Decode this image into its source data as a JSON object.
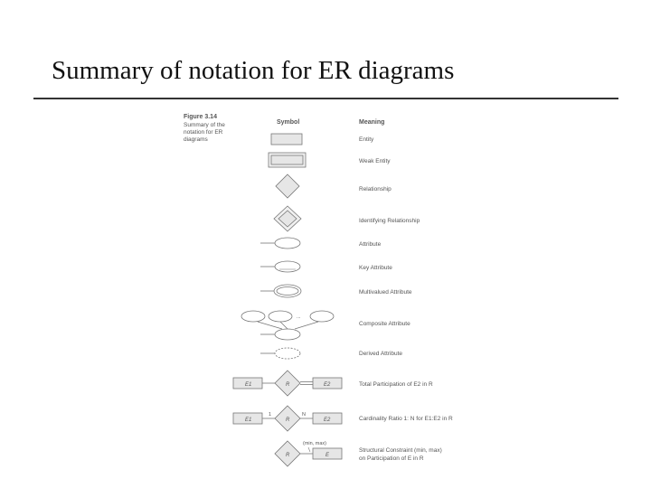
{
  "slide": {
    "title": "Summary of notation for ER diagrams"
  },
  "figure": {
    "caption": {
      "label": "Figure 3.14",
      "line1": "Summary of the",
      "line2": "notation for ER",
      "line3": "diagrams"
    },
    "headers": {
      "symbol": "Symbol",
      "meaning": "Meaning"
    },
    "rows": [
      {
        "symbol": "entity-rect",
        "meaning": "Entity"
      },
      {
        "symbol": "weak-entity-rect",
        "meaning": "Weak Entity"
      },
      {
        "symbol": "relationship-diamond",
        "meaning": "Relationship"
      },
      {
        "symbol": "identifying-relationship-diamond",
        "meaning": "Identifying Relationship"
      },
      {
        "symbol": "attribute-ellipse",
        "meaning": "Attribute"
      },
      {
        "symbol": "key-attribute-ellipse",
        "meaning": "Key Attribute"
      },
      {
        "symbol": "multivalued-attribute-ellipse",
        "meaning": "Multivalued Attribute"
      },
      {
        "symbol": "composite-attribute-ellipses",
        "meaning": "Composite Attribute"
      },
      {
        "symbol": "derived-attribute-ellipse",
        "meaning": "Derived Attribute"
      },
      {
        "symbol": "total-participation",
        "meaning": "Total Participation of E2 in R"
      },
      {
        "symbol": "cardinality-ratio",
        "meaning": "Cardinality Ratio 1: N for E1:E2 in R"
      },
      {
        "symbol": "structural-constraint",
        "meaning": "Structural Constraint (min, max)",
        "meaning2": "on Participation of E in R"
      }
    ],
    "labels": {
      "E1": "E1",
      "E2": "E2",
      "R": "R",
      "E": "E",
      "one": "1",
      "N": "N",
      "minmax": "(min, max)",
      "dots": "..."
    }
  }
}
